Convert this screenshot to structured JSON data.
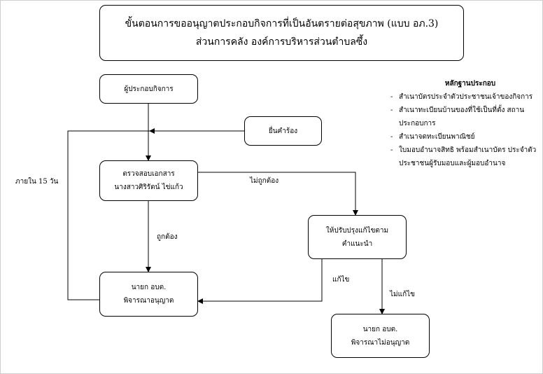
{
  "title": {
    "line1": "ขั้นตอนการขออนุญาตประกอบกิจการที่เป็นอันตรายต่อสุขภาพ (แบบ อภ.3)",
    "line2": "ส่วนการคลัง องค์การบริหารส่วนตำบลซึ้ง"
  },
  "nodes": {
    "operator": "ผู้ประกอบกิจการ",
    "submit": "ยื่นคำร้อง",
    "check_line1": "ตรวจสอบเอกสาร",
    "check_line2": "นางสาวศิริรัตน์ ไข่แก้ว",
    "fix_line1": "ให้ปรับปรุงแก้ไขตาม",
    "fix_line2": "คำแนะนำ",
    "approve_line1": "นายก อบต.",
    "approve_line2": "พิจารณาอนุญาต",
    "deny_line1": "นายก อบต.",
    "deny_line2": "พิจารณาไม่อนุญาต"
  },
  "labels": {
    "within_15_days": "ภายใน 15 วัน",
    "incorrect": "ไม่ถูกต้อง",
    "correct": "ถูกต้อง",
    "fixed": "แก้ไข",
    "not_fixed": "ไม่แก้ไข"
  },
  "evidence": {
    "title": "หลักฐานประกอบ",
    "items": [
      "สำเนาบัตรประจำตัวประชาชนเจ้าของกิจการ",
      "สำเนาทะเบียนบ้านของที่ใช้เป็นที่ตั้ง สถานประกอบการ",
      "สำเนาจดทะเบียนพาณิชย์",
      "ใบมอบอำนาจสิทธิ พร้อมสำเนาบัตร ประจำตัวประชาชนผู้รับมอบและผู้มอบอำนาจ"
    ]
  }
}
